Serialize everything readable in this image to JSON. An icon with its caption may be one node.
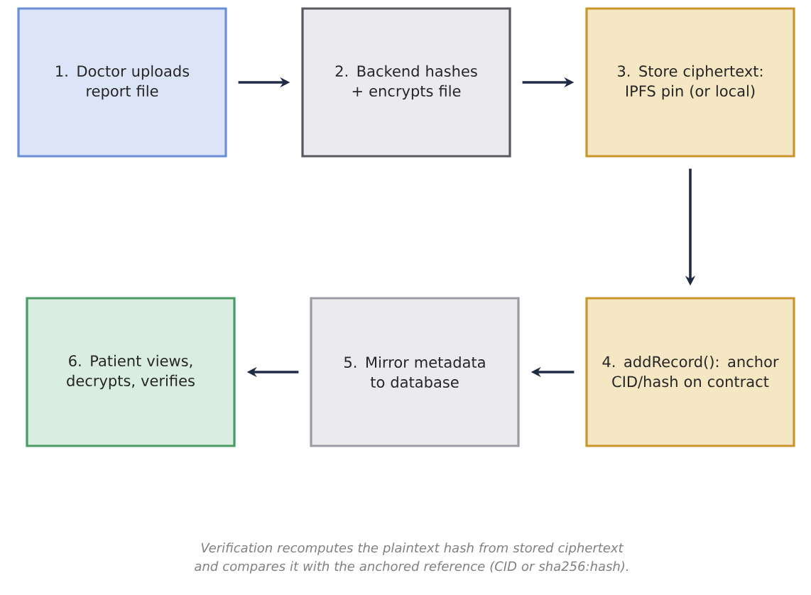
{
  "diagram": {
    "caption": "Verification recomputes the plaintext hash from stored ciphertext and compares it with the anchored reference (CID or sha256:hash).",
    "nodes": [
      {
        "text": [
          "1. Doctor uploads report file"
        ]
      },
      {
        "text": [
          "2. Backend hashes + encrypts file"
        ]
      },
      {
        "text": [
          "3. Store ciphertext: IPFS pin (or local)"
        ]
      },
      {
        "text": [
          "4. addRecord(): anchor CID/hash on contract"
        ]
      },
      {
        "text": [
          "5. Mirror metadata to database"
        ]
      },
      {
        "text": [
          "6. Patient views, decrypts, verifies"
        ]
      }
    ],
    "edges": [
      {
        "from": 0,
        "to": 1,
        "arrow": "to"
      },
      {
        "from": 1,
        "to": 2,
        "arrow": "to"
      },
      {
        "from": 2,
        "to": 3,
        "arrow": "to"
      },
      {
        "from": 3,
        "to": 4,
        "arrow": "to"
      },
      {
        "from": 4,
        "to": 5,
        "arrow": "to"
      }
    ]
  }
}
